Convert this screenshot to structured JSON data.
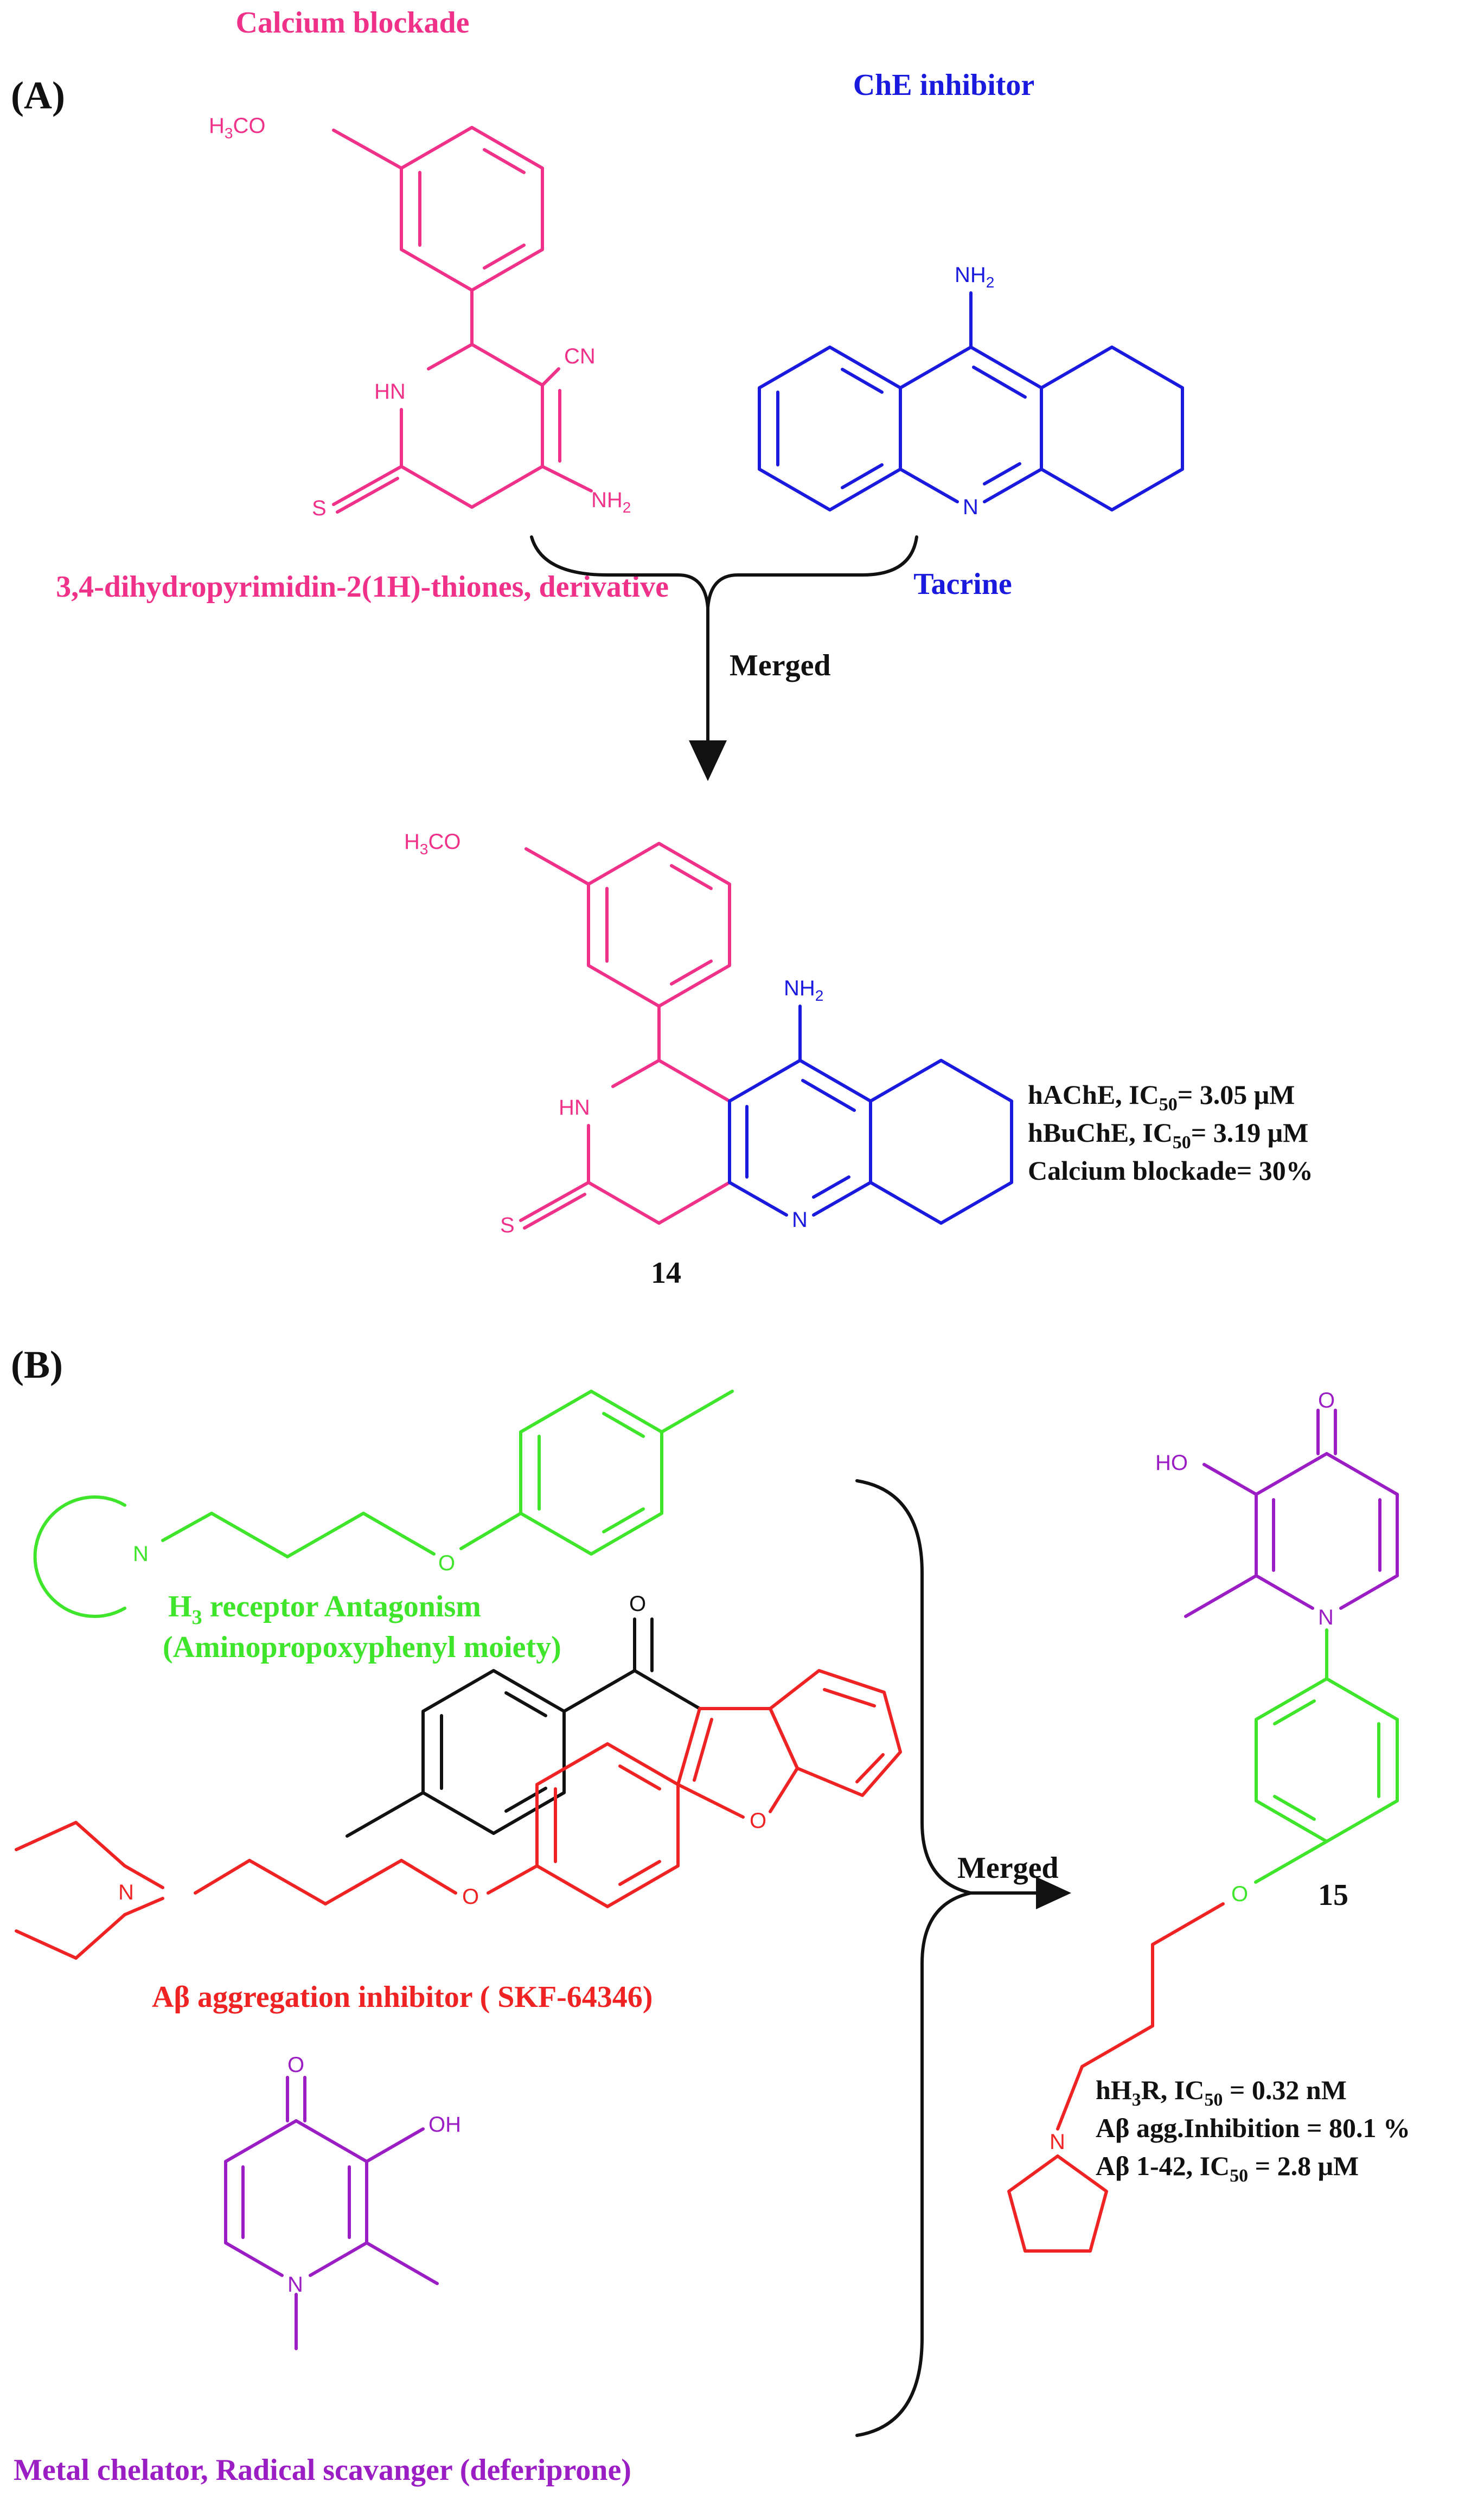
{
  "colors": {
    "pink": "#f0318a",
    "blue": "#1a1adf",
    "green": "#3ee52a",
    "red": "#ef2323",
    "purple": "#9b1ec4",
    "black": "#111111"
  },
  "panel_a": {
    "label": "(A)",
    "calcium_title": "Calcium blockade",
    "che_title": "ChE inhibitor",
    "dhpm_name": "3,4-dihydropyrimidin-2(1H)-thiones, derivative",
    "tacrine_name": "Tacrine",
    "merged": "Merged",
    "compound_number": "14",
    "activities": [
      {
        "prefix": "hAChE, IC",
        "sub": "50",
        "suffix": "= 3.05 μM"
      },
      {
        "prefix": "hBuChE, IC",
        "sub": "50",
        "suffix": "= 3.19 μM"
      },
      {
        "prefix": "Calcium blockade= 30%",
        "sub": "",
        "suffix": ""
      }
    ]
  },
  "panel_b": {
    "label": "(B)",
    "h3_line1_main": "H",
    "h3_line1_sub": "3",
    "h3_line1_rest": " receptor Antagonism",
    "h3_line2": "(Aminopropoxyphenyl moiety)",
    "abeta_name": "Aβ aggregation inhibitor ( SKF-64346)",
    "chelator_name": "Metal chelator, Radical scavanger (deferiprone)",
    "merged": "Merged",
    "compound_number": "15",
    "activities": [
      {
        "prefix": "hH",
        "sub1": "3",
        "mid": "R, IC",
        "sub": "50",
        "suffix": " = 0.32 nM"
      },
      {
        "prefix": "Aβ agg.Inhibition = 80.1 %",
        "sub1": "",
        "mid": "",
        "sub": "",
        "suffix": ""
      },
      {
        "prefix": "Aβ 1-42, IC",
        "sub1": "",
        "mid": "",
        "sub": "50",
        "suffix": " = 2.8 μM"
      }
    ]
  },
  "atoms": {
    "h3co": "H3CO",
    "cn": "CN",
    "hn": "HN",
    "s": "S",
    "nh2": "NH2",
    "n": "N",
    "o": "O",
    "ho": "HO",
    "oh": "OH"
  }
}
